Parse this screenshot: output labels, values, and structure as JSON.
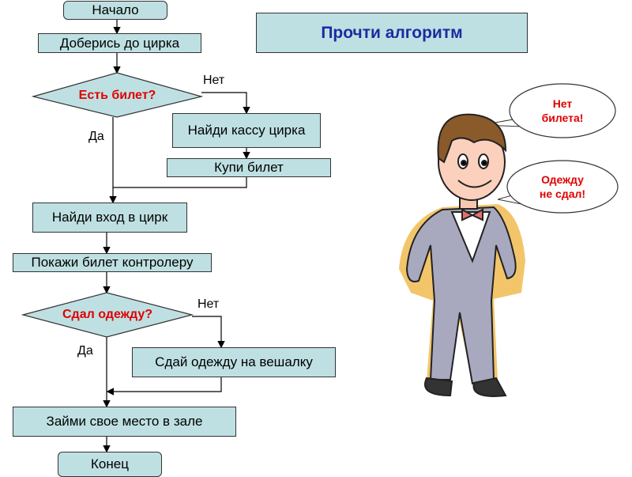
{
  "title": "Прочти алгоритм",
  "flowchart": {
    "start": "Начало",
    "step1": "Доберись до цирка",
    "decision1": "Есть билет?",
    "decision1_no": "Нет",
    "decision1_yes": "Да",
    "step_find_cashier": "Найди кассу цирка",
    "step_buy_ticket": "Купи билет",
    "step_find_entrance": "Найди вход в цирк",
    "step_show_ticket": "Покажи билет контролеру",
    "decision2": "Сдал одежду?",
    "decision2_no": "Нет",
    "decision2_yes": "Да",
    "step_coat": "Сдай одежду на вешалку",
    "step_seat": "Займи свое место в зале",
    "end": "Конец"
  },
  "bubbles": {
    "first_line1": "Нет",
    "first_line2": "билета!",
    "second_line1": "Одежду",
    "second_line2": "не сдал!"
  }
}
